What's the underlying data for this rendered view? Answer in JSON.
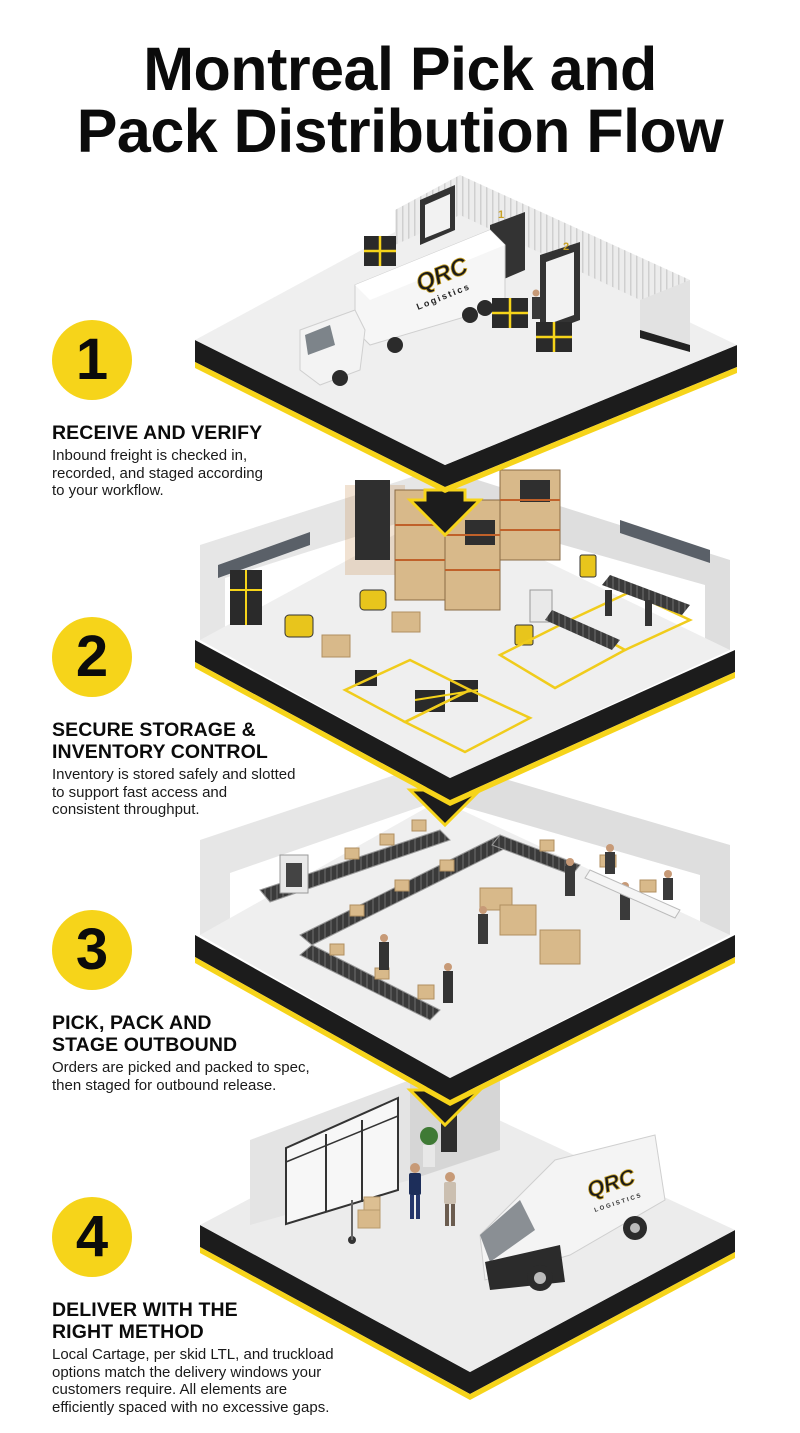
{
  "title": {
    "lines": [
      "Montreal Pick and",
      "Pack Distribution Flow"
    ]
  },
  "colors": {
    "accent_yellow": "#f6d41a",
    "edge_black": "#1c1c1c",
    "floor": "#ededed",
    "wall": "#e2e2e2",
    "box_tan": "#d8b98a",
    "text": "#0b0b0b"
  },
  "steps": [
    {
      "number": "1",
      "heading_lines": [
        "RECEIVE AND VERIFY"
      ],
      "description_lines": [
        "Inbound freight is checked in,",
        "recorded, and staged according",
        "to your workflow."
      ],
      "scene": "loading-dock",
      "scene_labels": {
        "dock_1": "1",
        "dock_2": "2",
        "trailer_brand": "QRC",
        "trailer_sub": "Logistics"
      }
    },
    {
      "number": "2",
      "heading_lines": [
        "SECURE STORAGE &",
        "INVENTORY CONTROL"
      ],
      "description_lines": [
        "Inventory is stored safely and slotted",
        "to support fast access and",
        "consistent throughput."
      ],
      "scene": "warehouse-racking"
    },
    {
      "number": "3",
      "heading_lines": [
        "PICK, PACK AND",
        "STAGE OUTBOUND"
      ],
      "description_lines": [
        "Orders are picked and packed to spec,",
        "then staged for outbound release."
      ],
      "scene": "conveyor-packing"
    },
    {
      "number": "4",
      "heading_lines": [
        "DELIVER WITH THE",
        "RIGHT METHOD"
      ],
      "description_lines": [
        "Local Cartage, per skid LTL, and truckload",
        "options match the delivery windows your",
        "customers require. All elements are",
        "efficiently spaced with no excessive gaps."
      ],
      "scene": "van-delivery",
      "scene_labels": {
        "van_brand": "QRC",
        "van_sub": "LOGISTICS"
      }
    }
  ]
}
